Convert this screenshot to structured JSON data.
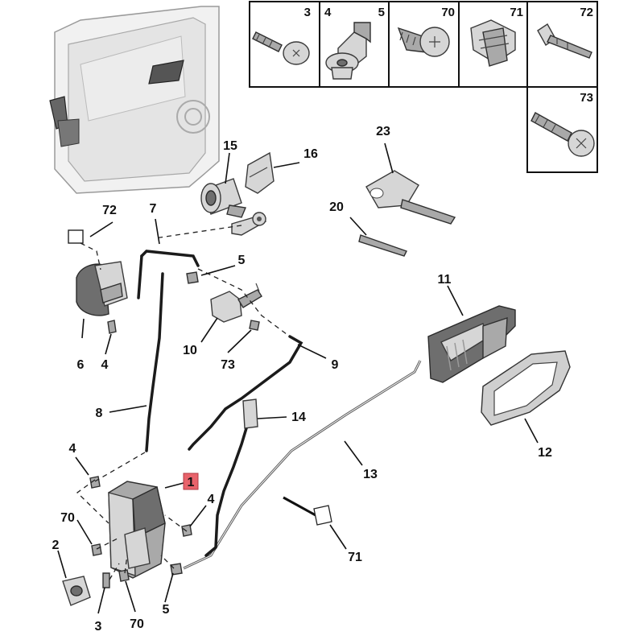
{
  "callouts": {
    "c1": "1",
    "c2": "2",
    "c3": "3",
    "c4a": "4",
    "c4b": "4",
    "c4c": "4",
    "c5a": "5",
    "c5b": "5",
    "c6": "6",
    "c7": "7",
    "c8": "8",
    "c9": "9",
    "c10": "10",
    "c11": "11",
    "c12": "12",
    "c13": "13",
    "c14": "14",
    "c15": "15",
    "c16": "16",
    "c20": "20",
    "c23": "23",
    "c70a": "70",
    "c70b": "70",
    "c71": "71",
    "c72": "72",
    "c73": "73"
  },
  "fastener_table": {
    "cells": [
      "3",
      "4",
      "5",
      "70",
      "71",
      "72"
    ],
    "extra": "73"
  },
  "colors": {
    "highlight": "#e8636b",
    "line": "#111111",
    "part_fill": "#d6d6d6"
  }
}
